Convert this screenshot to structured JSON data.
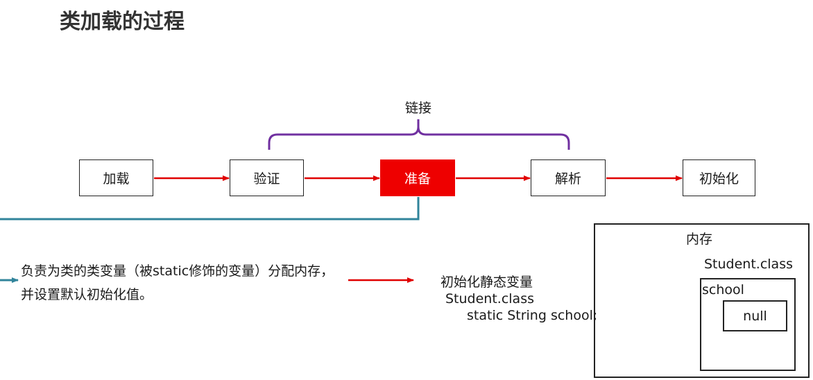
{
  "title": "类加载的过程",
  "stages": [
    {
      "label": "加载"
    },
    {
      "label": "验证"
    },
    {
      "label": "准备"
    },
    {
      "label": "解析"
    },
    {
      "label": "初始化"
    }
  ],
  "link_group": {
    "label": "链接"
  },
  "prepare_description": {
    "line1": "负责为类的类变量（被static修饰的变量）分配内存，",
    "line2": "并设置默认初始化值。"
  },
  "init_example": {
    "heading": "初始化静态变量",
    "class_name": "Student.class",
    "code": "static String school;"
  },
  "memory": {
    "title": "内存",
    "class_label": "Student.class",
    "field_label": "school",
    "value": "null"
  },
  "colors": {
    "arrow_red": "#e00000",
    "brace_purple": "#7030a0",
    "connector_teal": "#31849b",
    "active_stage": "#ee0000"
  }
}
